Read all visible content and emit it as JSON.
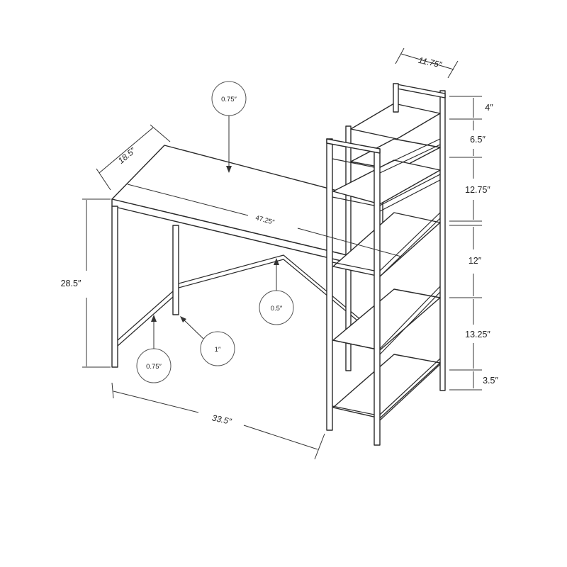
{
  "dimensions": {
    "depth": "18.5″",
    "width": "47.25″",
    "height": "28.5″",
    "desk_width": "33.5″",
    "shelf_depth": "11.75″",
    "shelf_gaps": [
      "4″",
      "6.5″",
      "12.75″",
      "12″",
      "13.25″",
      "3.5″"
    ]
  },
  "callouts": {
    "top_thickness": "0.75″",
    "brace_thickness": "0.5″",
    "leg_thickness": "0.75″",
    "leg_width": "1″"
  }
}
